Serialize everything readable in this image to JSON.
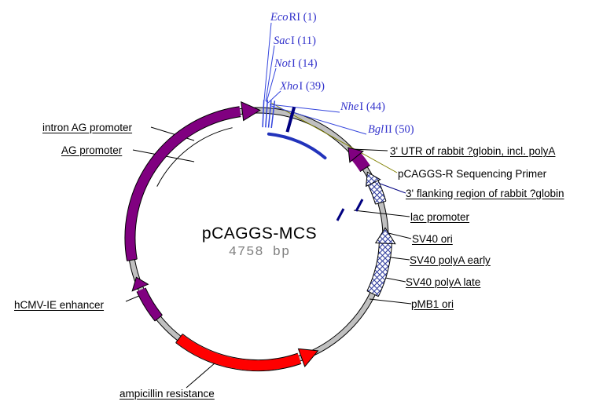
{
  "plasmid": {
    "name": "pCAGGS-MCS",
    "size": "4758 bp"
  },
  "enzymes": [
    {
      "name": "Eco",
      "rest": "RI (1)"
    },
    {
      "name": "Sac",
      "rest": "I (11)"
    },
    {
      "name": "Not",
      "rest": "I (14)"
    },
    {
      "name": "Xho",
      "rest": "I (39)"
    },
    {
      "name": "Nhe",
      "rest": "I (44)"
    },
    {
      "name": "Bgl",
      "rest": "II (50)"
    }
  ],
  "features": {
    "intron_ag_promoter": "intron AG promoter",
    "ag_promoter": "AG promoter",
    "hcmv_ie_enhancer": "hCMV-IE enhancer",
    "ampicillin_resistance": "ampicillin resistance",
    "utr_rabbit_globin": "3' UTR of rabbit ?globin, incl. polyA",
    "pcaggs_r_primer": "pCAGGS-R Sequencing Primer",
    "flanking_rabbit_globin": "3' flanking region of rabbit ?globin",
    "lac_promoter": "lac promoter",
    "sv40_ori": "SV40 ori",
    "sv40_polya_early": "SV40 polyA early",
    "sv40_polya_late": "SV40 polyA late",
    "pmb1_ori": "pMB1 ori"
  },
  "colors": {
    "promoter_purple": "#800080",
    "ampicillin_red": "#FF0000",
    "backbone_gray": "#C0C0C0",
    "enzyme_blue": "#3333CC",
    "site_tick_blue": "#3344DD",
    "primer_navy": "#000080",
    "primer_leader_olive": "#808000",
    "utr_arc_blue": "#2233BB",
    "hatch_navy": "#33409F",
    "size_text_gray": "#808080"
  }
}
